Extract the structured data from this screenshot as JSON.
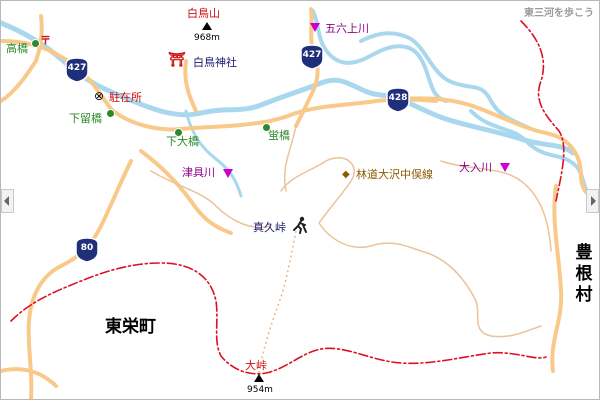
{
  "site": {
    "title": "東三河を歩こう"
  },
  "places": {
    "mountain_north": {
      "name": "白鳥山",
      "elevation": "968m"
    },
    "shrine": {
      "name": "白鳥神社",
      "icon": "torii-gate-icon"
    },
    "police_box": {
      "name": "駐在所",
      "icon": "police-box-icon"
    },
    "bridges": [
      "高橋",
      "下留橋",
      "下大橋",
      "蛍橋"
    ],
    "rivers": [
      "五六上川",
      "津具川",
      "大入川"
    ],
    "forest_road": "林道大沢中俣線",
    "pass": {
      "name": "真久峠",
      "icon": "hiker-icon"
    },
    "peak_south": {
      "name": "大峠",
      "elevation": "954m"
    },
    "town": "東栄町",
    "village": "豊根村",
    "post_office_icon": "post-office-icon"
  },
  "routes": [
    "427",
    "427",
    "428",
    "80"
  ],
  "colors": {
    "road": "#f9c98a",
    "river": "#a9d8ee",
    "boundary": "#dd1122",
    "trail": "#e8b68a",
    "route_shield": "#1f2f7a",
    "river_marker": "#cc00cc",
    "bridge_dot": "#2c8a2c"
  },
  "controls": {
    "scroll_left_icon": "chevron-left-icon",
    "scroll_right_icon": "chevron-right-icon"
  }
}
